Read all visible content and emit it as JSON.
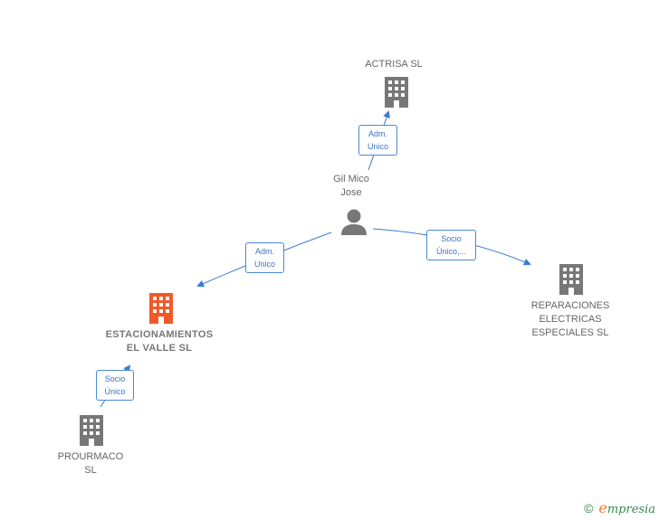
{
  "nodes": {
    "actrisa": {
      "label": "ACTRISA SL",
      "type": "company",
      "color": "#777777"
    },
    "gil": {
      "label": "Gil Mico\nJose",
      "type": "person",
      "color": "#777777"
    },
    "estacionamientos": {
      "label": "ESTACIONAMIENTOS\nEL VALLE SL",
      "type": "company",
      "color": "#f05a28"
    },
    "reparaciones": {
      "label": "REPARACIONES\nELECTRICAS\nESPECIALES SL",
      "type": "company",
      "color": "#777777"
    },
    "prourmaco": {
      "label": "PROURMACO\nSL",
      "type": "company",
      "color": "#777777"
    }
  },
  "edges": {
    "gil_actrisa": "Adm.\nUnico",
    "gil_estacionamientos": "Adm.\nUnico",
    "gil_reparaciones": "Socio\nÚnico,...",
    "prourmaco_estacionamientos": "Socio\nÚnico"
  },
  "colors": {
    "edge": "#3a7bd5",
    "accent": "#f05a28",
    "building": "#777777"
  },
  "footer": {
    "copyright": "©",
    "brand_initial": "e",
    "brand_rest": "mpresia"
  }
}
